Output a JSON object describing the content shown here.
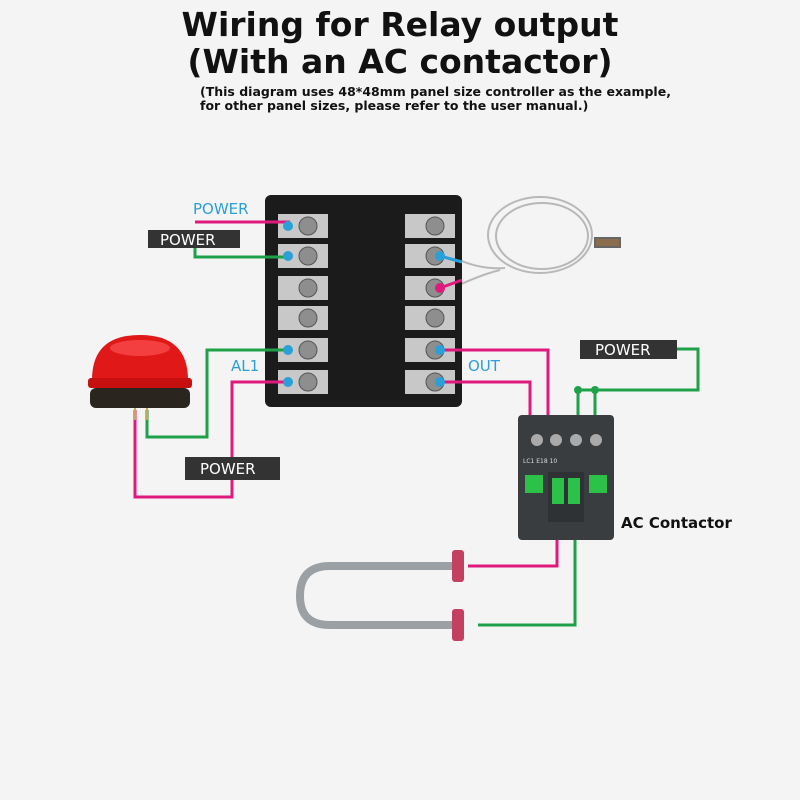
{
  "title": {
    "line1": "Wiring for Relay output",
    "line2": "(With an AC contactor)"
  },
  "subtitle": {
    "line1": "(This diagram uses 48*48mm panel size controller as the example,",
    "line2": "for other panel sizes, please refer to the user manual.)"
  },
  "labels": {
    "power_top": "POWER",
    "power_box_top": "POWER",
    "al1": "AL1",
    "out": "OUT",
    "power_box_right": "POWER",
    "power_box_alarm": "POWER",
    "ac_contactor": "AC Contactor",
    "contactor_model": "LC1 E18 10"
  },
  "colors": {
    "live_wire": "#e0197d",
    "neutral_wire": "#1fa14a",
    "terminal_dot": "#2a9fd8",
    "label_box": "#333333"
  }
}
